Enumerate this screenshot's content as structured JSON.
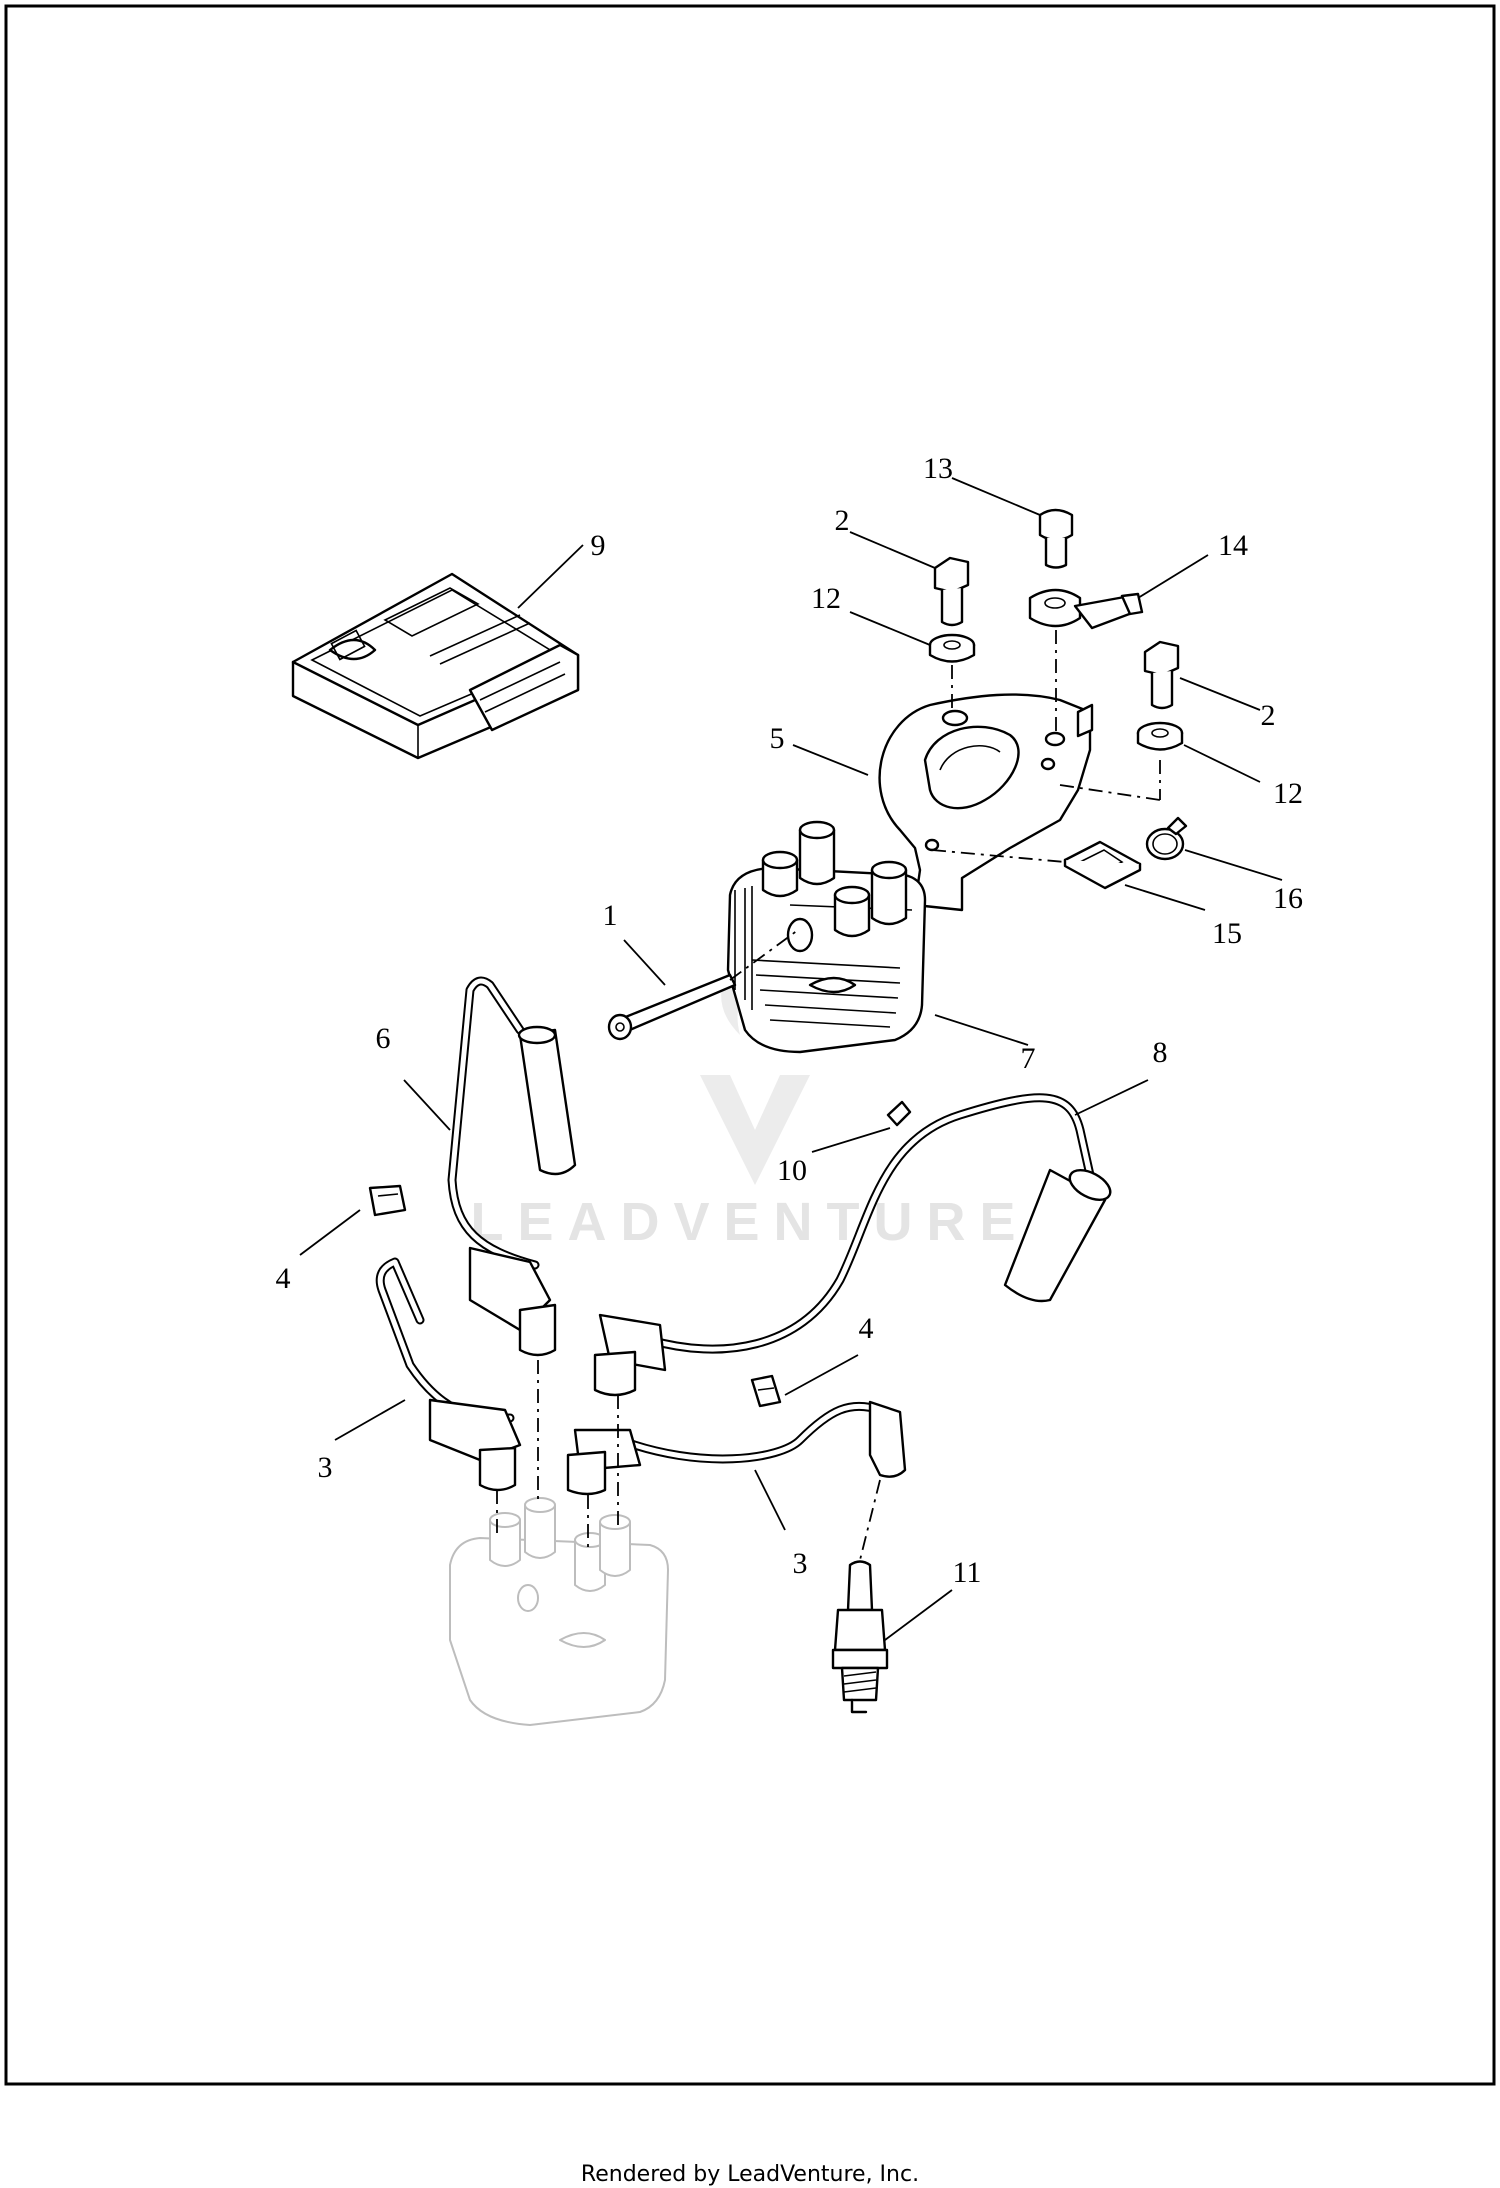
{
  "callouts": {
    "c1": "1",
    "c2a": "2",
    "c2b": "2",
    "c3a": "3",
    "c3b": "3",
    "c4a": "4",
    "c4b": "4",
    "c5": "5",
    "c6": "6",
    "c7": "7",
    "c8": "8",
    "c9": "9",
    "c10": "10",
    "c11": "11",
    "c12a": "12",
    "c12b": "12",
    "c13": "13",
    "c14": "14",
    "c15": "15",
    "c16": "16"
  },
  "watermark": "LEADVENTURE",
  "footer": "Rendered by LeadVenture, Inc."
}
